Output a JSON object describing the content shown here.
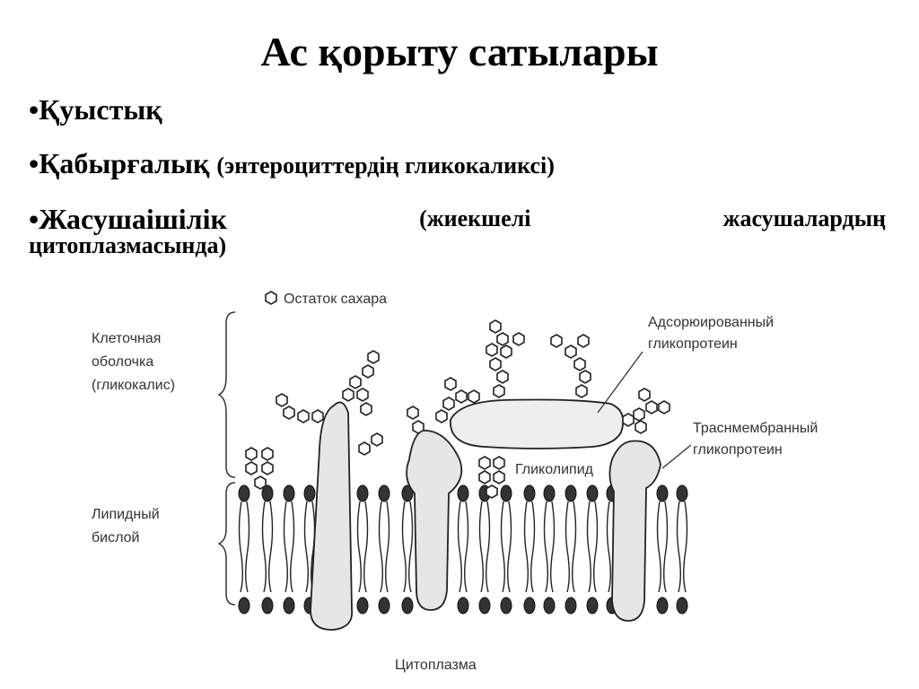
{
  "title": "Ас қорыту сатылары",
  "bullets": [
    {
      "marker": "•",
      "main": "Қуыстық",
      "note": ""
    },
    {
      "marker": "•",
      "main": "Қабырғалық",
      "note": "(энтероциттердің гликокаликсі)"
    },
    {
      "marker": "•",
      "main": "Жасушаішілік",
      "note_parts": [
        "(жиекшелі",
        "жасушалардың"
      ],
      "note_cont": "цитоплазмасында)"
    }
  ],
  "diagram": {
    "sugar_legend": "Остаток сахара",
    "cell_coat": [
      "Клеточная",
      "оболочка",
      "(гликокалис)"
    ],
    "lipid_bilayer": [
      "Липидный",
      "бислой"
    ],
    "adsorbed": [
      "Адсорюированный",
      "гликопротеин"
    ],
    "transmembrane": [
      "Траснмембранный",
      "гликопротеин"
    ],
    "glycolipid": "Гликолипид",
    "cytoplasm": "Цитоплазма"
  }
}
